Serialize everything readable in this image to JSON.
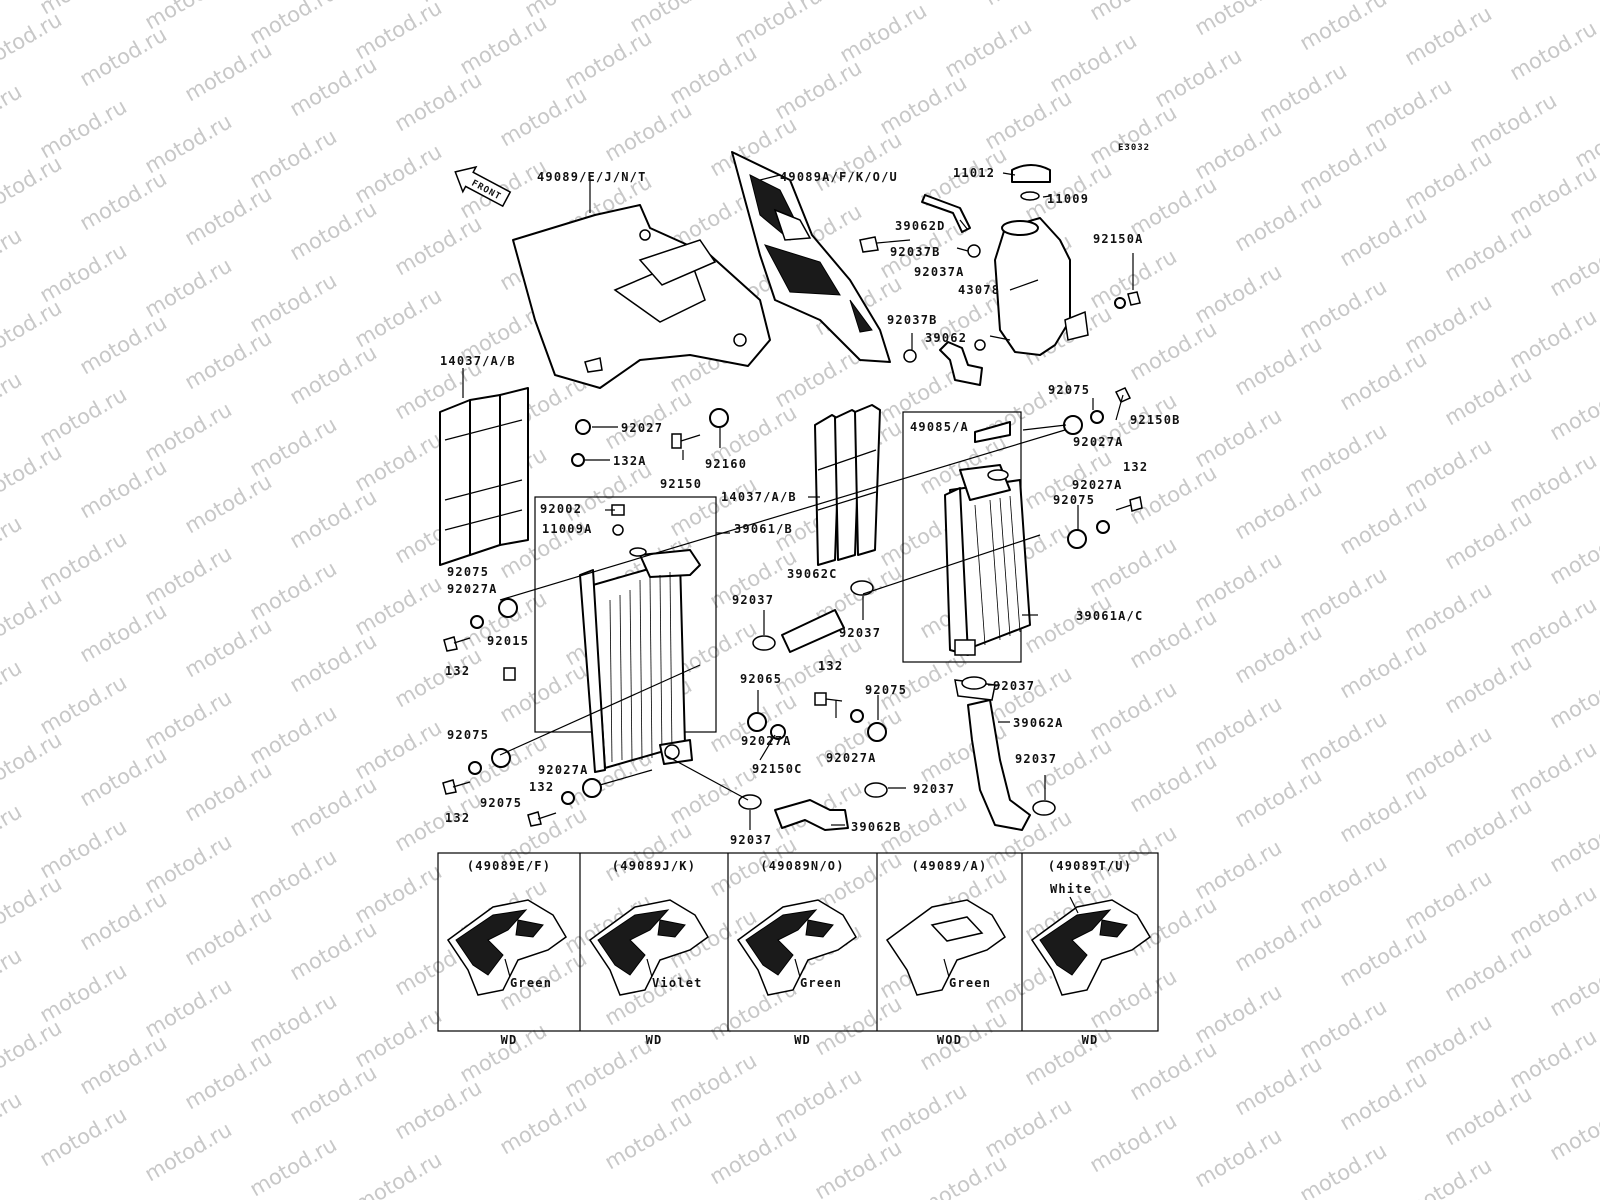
{
  "diagram": {
    "code": "E3032",
    "front_label": "FRONT",
    "watermark": "motod.ru",
    "callouts": [
      {
        "id": "c1",
        "text": "49089/E/J/N/T"
      },
      {
        "id": "c2",
        "text": "49089A/F/K/O/U"
      },
      {
        "id": "c3",
        "text": "11012"
      },
      {
        "id": "c4",
        "text": "11009"
      },
      {
        "id": "c5",
        "text": "39062D"
      },
      {
        "id": "c6",
        "text": "92037B"
      },
      {
        "id": "c7",
        "text": "92037A"
      },
      {
        "id": "c8",
        "text": "43078"
      },
      {
        "id": "c9",
        "text": "92150A"
      },
      {
        "id": "c10",
        "text": "92037B"
      },
      {
        "id": "c11",
        "text": "39062"
      },
      {
        "id": "c12",
        "text": "14037/A/B"
      },
      {
        "id": "c13",
        "text": "92027"
      },
      {
        "id": "c14",
        "text": "132A"
      },
      {
        "id": "c15",
        "text": "92150"
      },
      {
        "id": "c16",
        "text": "92160"
      },
      {
        "id": "c17",
        "text": "92075"
      },
      {
        "id": "c18",
        "text": "92150B"
      },
      {
        "id": "c19",
        "text": "92027A"
      },
      {
        "id": "c20",
        "text": "49085/A"
      },
      {
        "id": "c21",
        "text": "14037/A/B"
      },
      {
        "id": "c22",
        "text": "92002"
      },
      {
        "id": "c23",
        "text": "11009A"
      },
      {
        "id": "c24",
        "text": "39061/B"
      },
      {
        "id": "c25",
        "text": "132"
      },
      {
        "id": "c26",
        "text": "92027A"
      },
      {
        "id": "c27",
        "text": "92075"
      },
      {
        "id": "c28",
        "text": "92075"
      },
      {
        "id": "c29",
        "text": "92027A"
      },
      {
        "id": "c30",
        "text": "39062C"
      },
      {
        "id": "c31",
        "text": "92037"
      },
      {
        "id": "c32",
        "text": "92037"
      },
      {
        "id": "c33",
        "text": "39061A/C"
      },
      {
        "id": "c34",
        "text": "92015"
      },
      {
        "id": "c35",
        "text": "132"
      },
      {
        "id": "c36",
        "text": "92065"
      },
      {
        "id": "c37",
        "text": "132"
      },
      {
        "id": "c38",
        "text": "92075"
      },
      {
        "id": "c39",
        "text": "92037"
      },
      {
        "id": "c40",
        "text": "39062A"
      },
      {
        "id": "c41",
        "text": "92027A"
      },
      {
        "id": "c42",
        "text": "92150C"
      },
      {
        "id": "c43",
        "text": "92027A"
      },
      {
        "id": "c44",
        "text": "92037"
      },
      {
        "id": "c45",
        "text": "92075"
      },
      {
        "id": "c46",
        "text": "132"
      },
      {
        "id": "c47",
        "text": "92027A"
      },
      {
        "id": "c48",
        "text": "92037"
      },
      {
        "id": "c49",
        "text": "132"
      },
      {
        "id": "c50",
        "text": "92075"
      },
      {
        "id": "c51",
        "text": "39062B"
      },
      {
        "id": "c52",
        "text": "92037"
      }
    ]
  },
  "variants": [
    {
      "code": "(49089E/F)",
      "color": "Green",
      "market": "WD",
      "shade": "dark"
    },
    {
      "code": "(49089J/K)",
      "color": "Violet",
      "market": "WD",
      "shade": "dark"
    },
    {
      "code": "(49089N/O)",
      "color": "Green",
      "market": "WD",
      "shade": "dark"
    },
    {
      "code": "(49089/A)",
      "color": "Green",
      "market": "WOD",
      "shade": "plain"
    },
    {
      "code": "(49089T/U)",
      "color": "White",
      "market": "WD",
      "shade": "dark"
    }
  ]
}
